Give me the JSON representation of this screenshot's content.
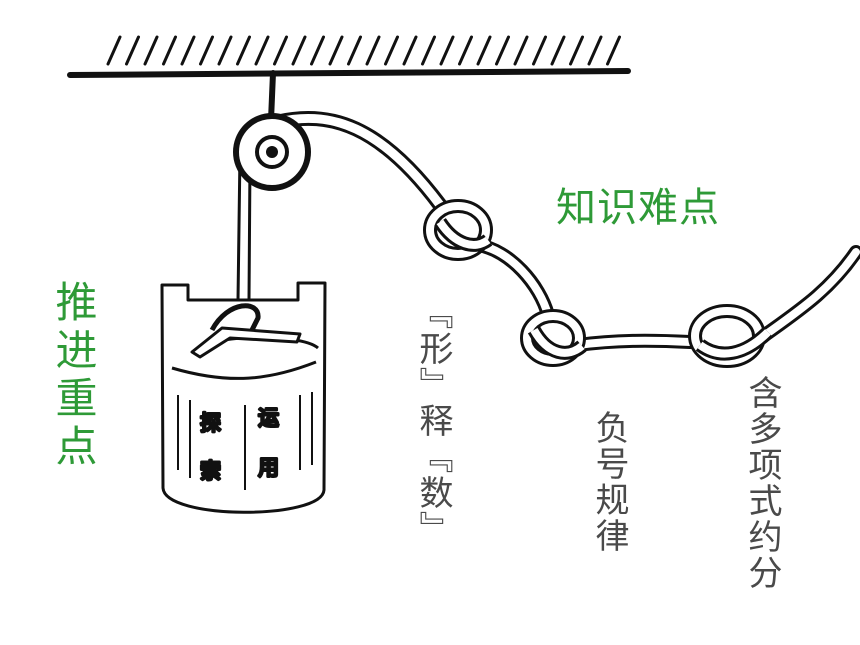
{
  "titles": {
    "difficulty": "知识难点",
    "focus": "推进重点"
  },
  "chain_labels": {
    "link_a": "『形』释『数』",
    "link_b": "负号规律",
    "link_c": "含多项式约分"
  },
  "bucket": {
    "left_column": [
      "探",
      "索"
    ],
    "right_column": [
      "运",
      "用"
    ]
  },
  "colors": {
    "heading_green": "#2e9a37",
    "label_gray": "#4a4a4a",
    "ink": "#111111"
  }
}
